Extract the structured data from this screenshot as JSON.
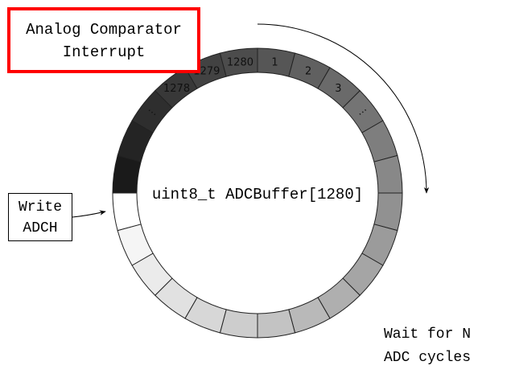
{
  "interrupt_box": {
    "line1": "Analog Comparator",
    "line2": "Interrupt",
    "border_color": "#ff0000"
  },
  "write_box": {
    "line1": "Write",
    "line2": "ADCH"
  },
  "buffer_label": "uint8_t ADCBuffer[1280]",
  "wait_text": {
    "line1": "Wait for N",
    "line2": "ADC cycles"
  },
  "ring": {
    "segment_count": 24,
    "shade_darkest": "#1a1a1a",
    "shade_lightest": "#ffffff",
    "labels": [
      {
        "text": "1",
        "segment": 0
      },
      {
        "text": "2",
        "segment": 1
      },
      {
        "text": "3",
        "segment": 2
      },
      {
        "text": "...",
        "segment": 3
      },
      {
        "text": "...",
        "segment": 20
      },
      {
        "text": "1278",
        "segment": 21
      },
      {
        "text": "1279",
        "segment": 22
      },
      {
        "text": "1280",
        "segment": 23
      }
    ]
  }
}
